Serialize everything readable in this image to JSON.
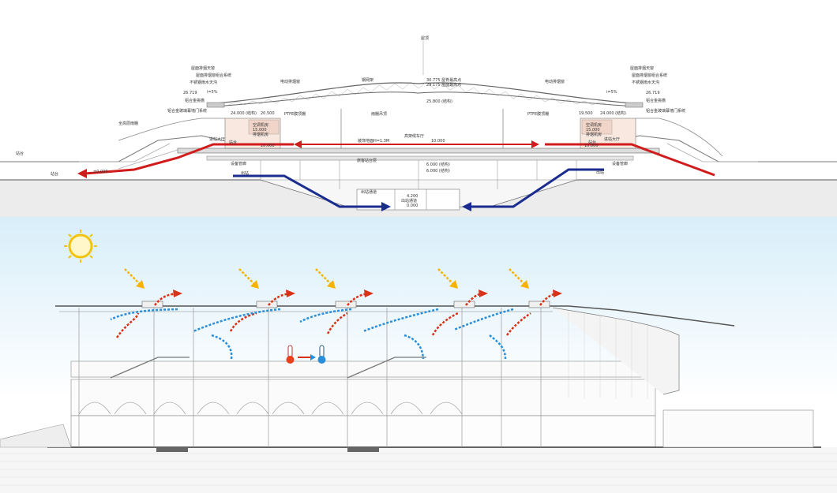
{
  "upper_section": {
    "top_note": "屋顶",
    "labels": {
      "roof_left": "屋面排烟天窗",
      "roof_right": "屋面排烟天窗",
      "elev_top1": "30.775 屋脊最高点",
      "elev_top2": "29.175 屋面最高点",
      "elev_top3": "25.800 (结构)",
      "left_side1": "屋面排烟窗组合系统",
      "left_side2": "不锈钢雨水天沟",
      "left_elev": "26.719",
      "left_slope": "i=5%",
      "left_side3": "铝合金挑檐",
      "left_side4": "铝合金玻璃幕墙门系统",
      "right_side1": "屋面排烟窗组合系统",
      "right_side2": "不锈钢雨水天沟",
      "right_elev": "26.719",
      "right_slope": "i=5%",
      "right_side3": "铝合金挑檐",
      "right_side4": "铝合金玻璃幕墙门系统",
      "mid_left": "电动排烟窗",
      "mid_right": "电动排烟窗",
      "truss": "钢网架",
      "elev_24_left": "24.000 (结构)",
      "elev_20_left": "20.500",
      "elev_24_right": "24.000 (结构)",
      "elev_20_right": "19.500",
      "ptfe_left": "PTFE膜顶棚",
      "ptfe_right": "PTFE膜顶棚",
      "center_label": "雨棚吊顶",
      "room_l1": "空调机房",
      "room_l2": "15.000",
      "room_l3": "排烟机房",
      "room_r1": "空调机房",
      "room_r2": "15.000",
      "room_r3": "排烟机房",
      "concourse": "高架候车厅",
      "floor_height": "装饰地面H=1.3M",
      "elev_10_left": "10.000",
      "elev_10_right": "10.000",
      "elev_10_mid": "10.000",
      "shop_left": "进站大厅",
      "shop_right": "进站大厅",
      "side_left_top": "站台",
      "side_right_top": "站台",
      "left_bridge": "全高层雨棚",
      "platform_left": "站台",
      "zero_left": "±0.000",
      "ground_left": "设备管廊",
      "ground_right": "设备管廊",
      "mid_floor": "旅客站台层",
      "elev_6_1": "6.000 (结构)",
      "elev_6_2": "6.000 (结构)",
      "lower_passage": "出站",
      "lower_label1": "出站通道",
      "lower_label2": "4.200",
      "lower_label3": "出站通道",
      "lower_label4": "0.000",
      "lower_right": "出站",
      "platform_right": "站台"
    }
  },
  "lower_section": {},
  "colors": {
    "red_arrow": "#d01c1c",
    "blue_arrow": "#1a2d8f",
    "sky": "#dff1fa",
    "sun": "#f2c40f",
    "sun_arrow": "#f5b300",
    "warm_arrow": "#d63318",
    "cool_arrow": "#2a8fd8"
  }
}
